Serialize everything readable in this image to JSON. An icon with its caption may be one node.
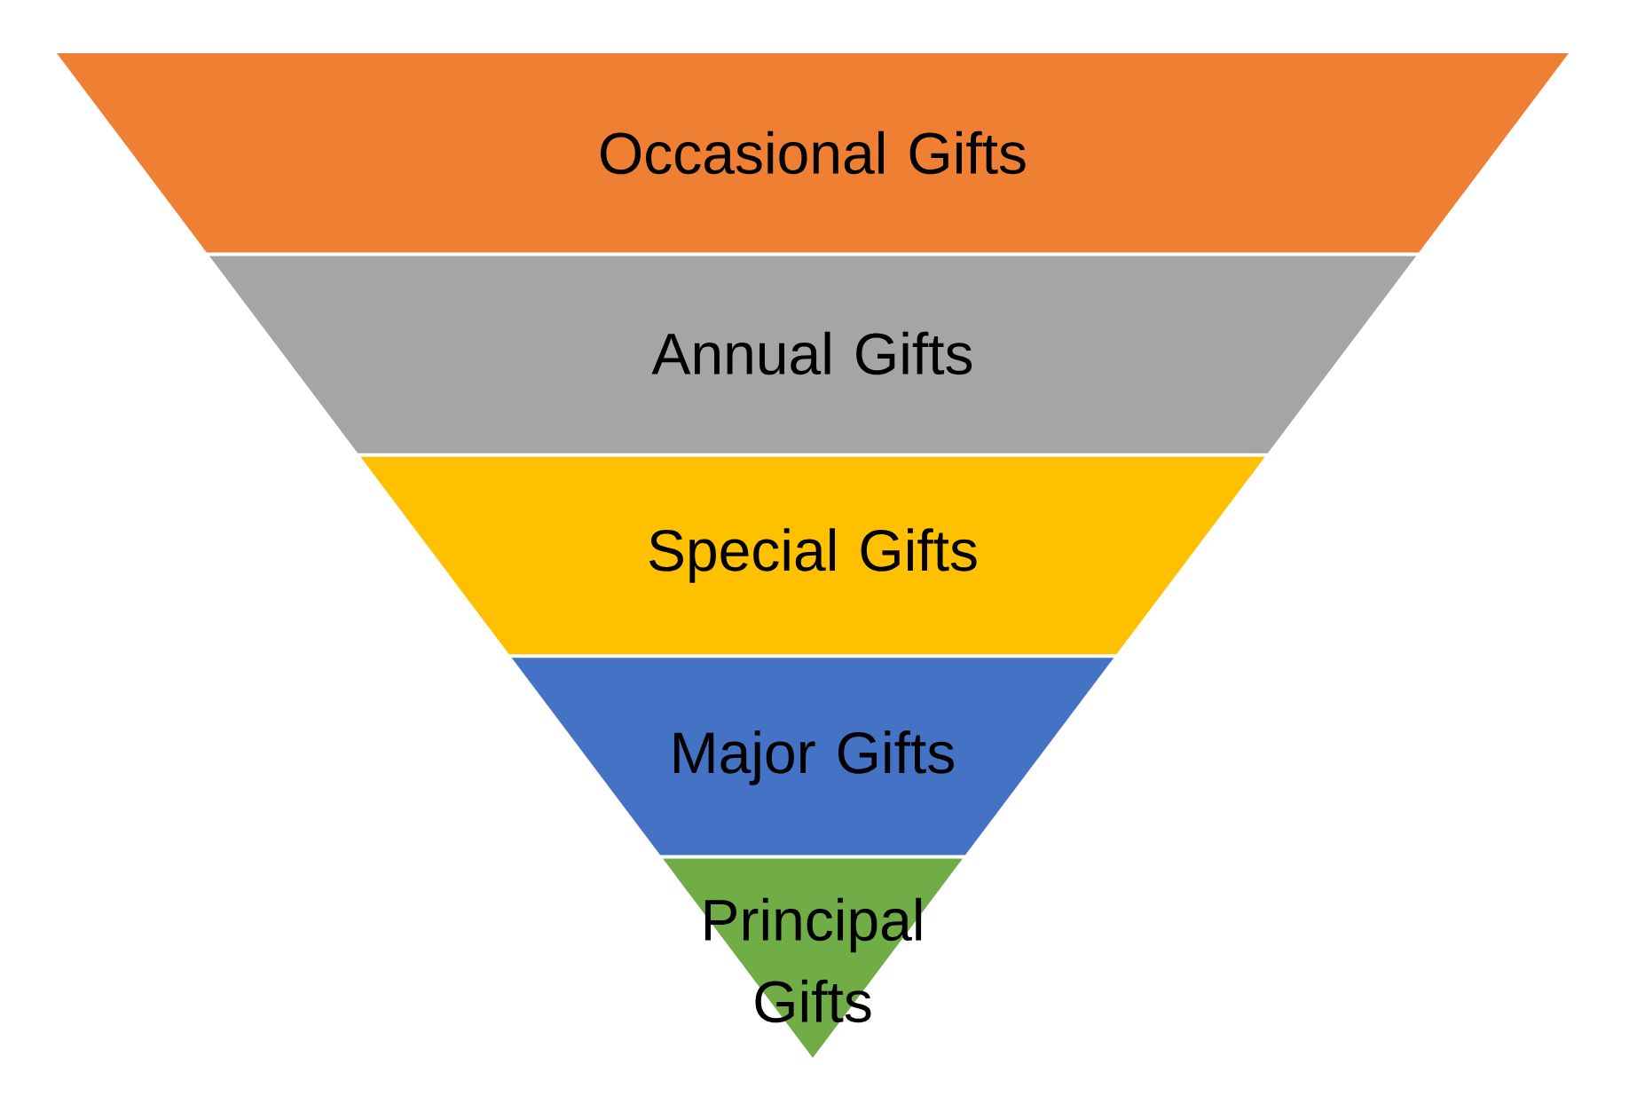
{
  "diagram": {
    "nodes": [
      {
        "text": [
          "Occasional Gifts"
        ]
      },
      {
        "text": [
          "Annual Gifts"
        ]
      },
      {
        "text": [
          "Special Gifts"
        ]
      },
      {
        "text": [
          "Major Gifts"
        ]
      },
      {
        "text": [
          "Principal Gifts"
        ]
      }
    ]
  }
}
